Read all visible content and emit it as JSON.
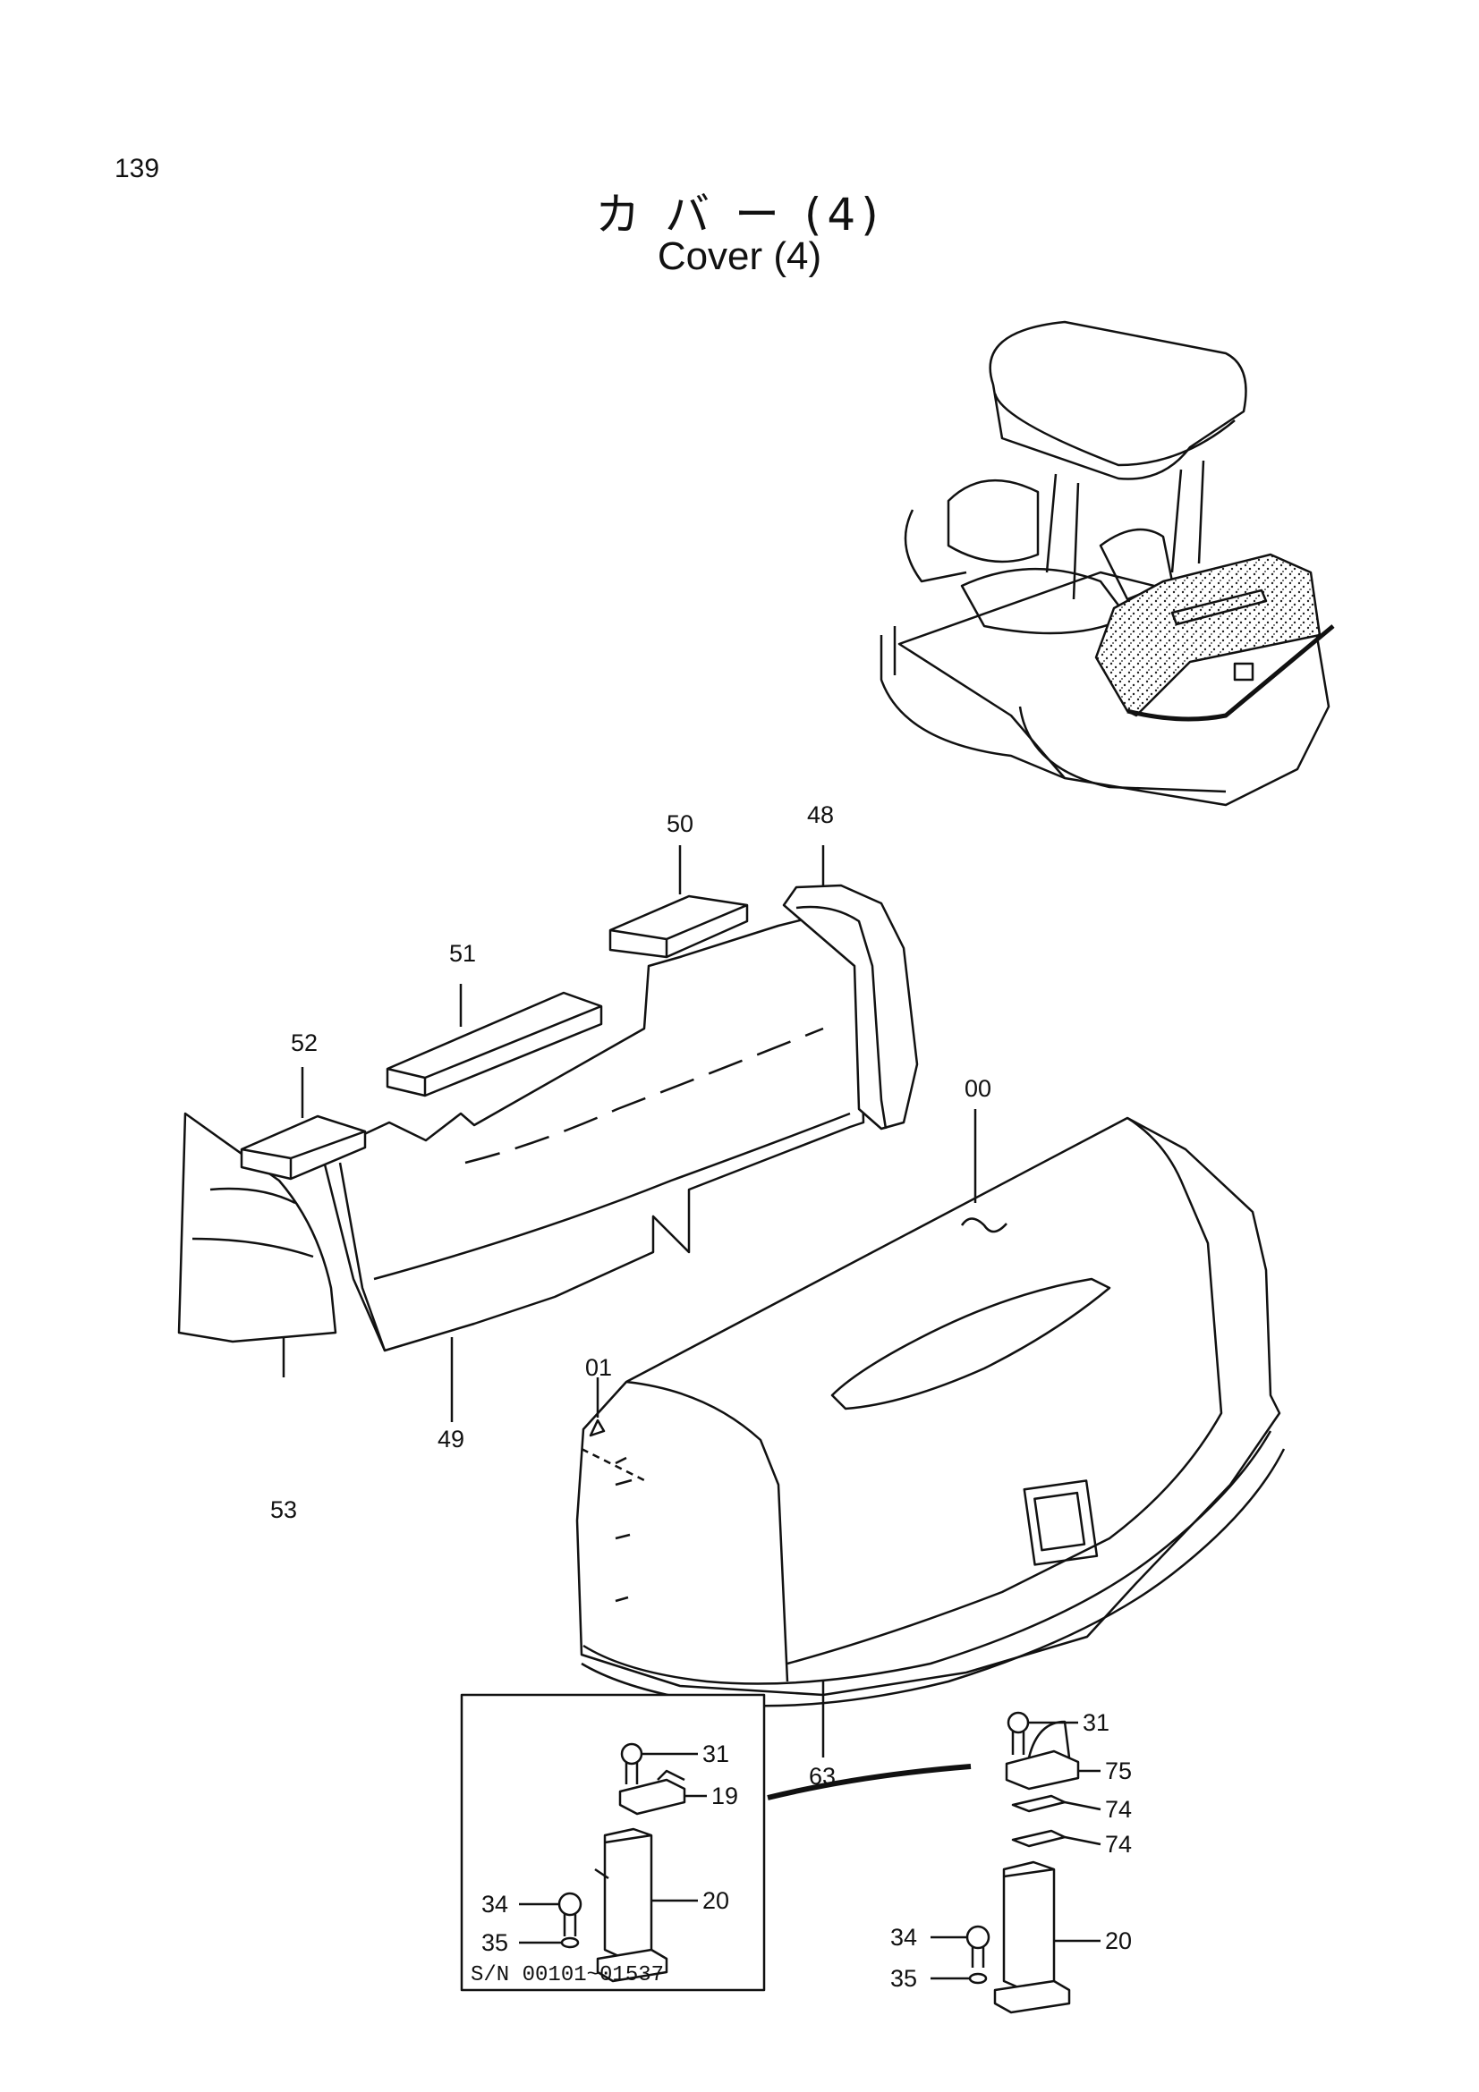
{
  "page_number": "139",
  "title_jp": "カ バ ー (4)",
  "title_en": "Cover (4)",
  "parts": {
    "p00": "00",
    "p01": "01",
    "p48": "48",
    "p49": "49",
    "p50": "50",
    "p51": "51",
    "p52": "52",
    "p53": "53",
    "p63": "63"
  },
  "inset": {
    "serial": "S/N 00101~01537",
    "p31": "31",
    "p19": "19",
    "p20": "20",
    "p34": "34",
    "p35": "35"
  },
  "detail": {
    "p31": "31",
    "p75": "75",
    "p74a": "74",
    "p74b": "74",
    "p20": "20",
    "p34": "34",
    "p35": "35"
  }
}
